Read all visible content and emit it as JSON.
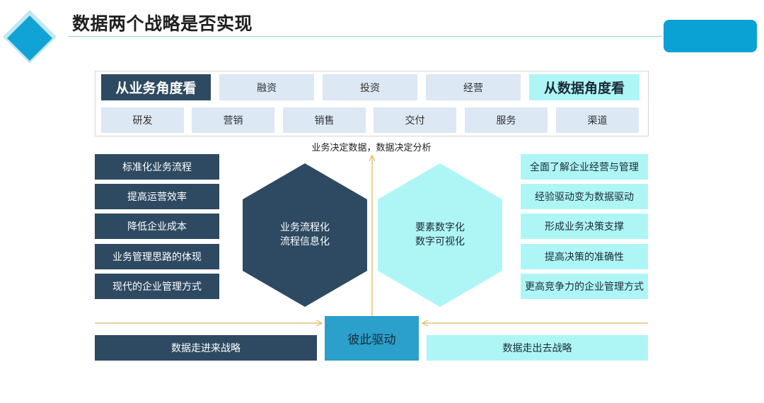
{
  "header": {
    "title": "数据两个战略是否实现"
  },
  "business_view": {
    "heading": "从业务角度看",
    "row1": [
      "融资",
      "投资",
      "经营"
    ],
    "row2": [
      "研发",
      "营销",
      "销售",
      "交付",
      "服务",
      "渠道"
    ]
  },
  "data_view": {
    "heading": "从数据角度看"
  },
  "top_label": "业务决定数据，数据决定分析",
  "left_items": [
    "标准化业务流程",
    "提高运营效率",
    "降低企业成本",
    "业务管理思路的体现",
    "现代的企业管理方式"
  ],
  "right_items": [
    "全面了解企业经营与管理",
    "经验驱动变为数据驱动",
    "形成业务决策支撑",
    "提高决策的准确性",
    "更高竞争力的企业管理方式"
  ],
  "left_hex": {
    "line1": "业务流程化",
    "line2": "流程信息化"
  },
  "right_hex": {
    "line1": "要素数字化",
    "line2": "数字可视化"
  },
  "center_box": "彼此驱动",
  "bottom_left": "数据走进来战略",
  "bottom_right": "数据走出去战略",
  "colors": {
    "dark_navy": "#2e4a62",
    "light_blue": "#dce8f4",
    "mint": "#aef6f6",
    "accent_blue": "#0aa2d4",
    "center_blue": "#2aa0cb",
    "arrow_gold": "#e2b85a"
  }
}
